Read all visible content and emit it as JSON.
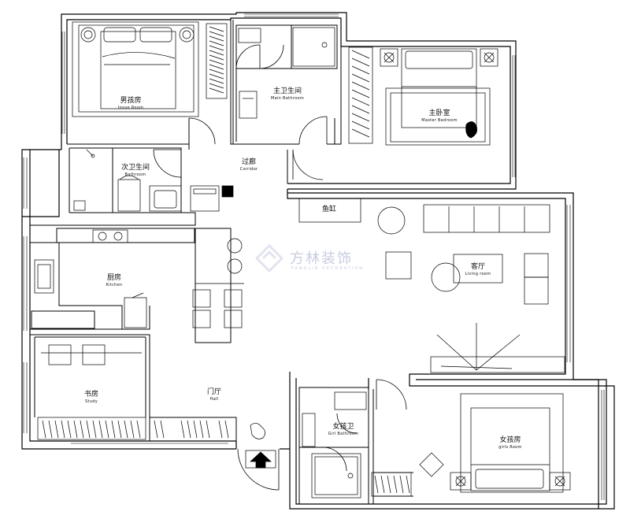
{
  "rooms": {
    "boys_room": {
      "cn": "男孩房",
      "en": "Inove Room"
    },
    "main_bathroom": {
      "cn": "主卫生间",
      "en": "Main Bathroom"
    },
    "master_bedroom": {
      "cn": "主卧室",
      "en": "Master Bedroom"
    },
    "second_bathroom": {
      "cn": "次卫生间",
      "en": "Bathroom"
    },
    "corridor": {
      "cn": "过廊",
      "en": "Corridor"
    },
    "fish_tank": {
      "cn": "鱼缸"
    },
    "kitchen": {
      "cn": "厨房",
      "en": "Kitchen"
    },
    "living_room": {
      "cn": "客厅",
      "en": "Living room"
    },
    "study": {
      "cn": "书房",
      "en": "Study"
    },
    "hall": {
      "cn": "门厅",
      "en": "Hall"
    },
    "girls_bathroom": {
      "cn": "女孩卫",
      "en": "Girl Bathroom"
    },
    "girls_room": {
      "cn": "女孩房",
      "en": "girls Room"
    }
  },
  "watermark": {
    "cn": "方林装饰",
    "en": "FANGLIN DECORATION"
  },
  "colors": {
    "line": "#000000",
    "watermark": "#9aa3c6"
  }
}
